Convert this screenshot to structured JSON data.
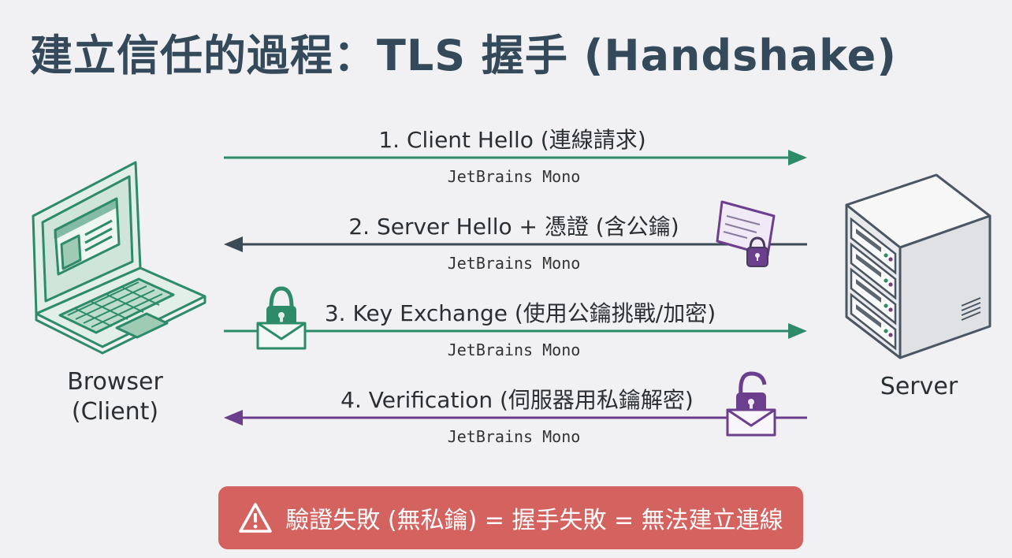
{
  "title": "建立信任的過程：TLS 握手 (Handshake)",
  "client": {
    "label_line1": "Browser",
    "label_line2": "(Client)",
    "icon": "laptop-icon"
  },
  "server": {
    "label": "Server",
    "icon": "server-icon"
  },
  "steps": [
    {
      "label": "1. Client Hello (連線請求)",
      "caption": "JetBrains Mono",
      "direction": "to-server",
      "color": "#2e8b6a"
    },
    {
      "label": "2. Server Hello + 憑證 (含公鑰)",
      "caption": "JetBrains Mono",
      "direction": "to-client",
      "color": "#3c4a57",
      "icon": "certificate-lock-icon"
    },
    {
      "label": "3. Key Exchange (使用公鑰挑戰/加密)",
      "caption": "JetBrains Mono",
      "direction": "to-server",
      "color": "#2e8b6a",
      "icon": "locked-envelope-icon"
    },
    {
      "label": "4. Verification (伺服器用私鑰解密)",
      "caption": "JetBrains Mono",
      "direction": "to-client",
      "color": "#6b3e8e",
      "icon": "unlocked-envelope-icon"
    }
  ],
  "warning": {
    "icon": "warning-triangle-icon",
    "text": "驗證失敗 (無私鑰) = 握手失敗 = 無法建立連線",
    "color": "#d4625f"
  }
}
